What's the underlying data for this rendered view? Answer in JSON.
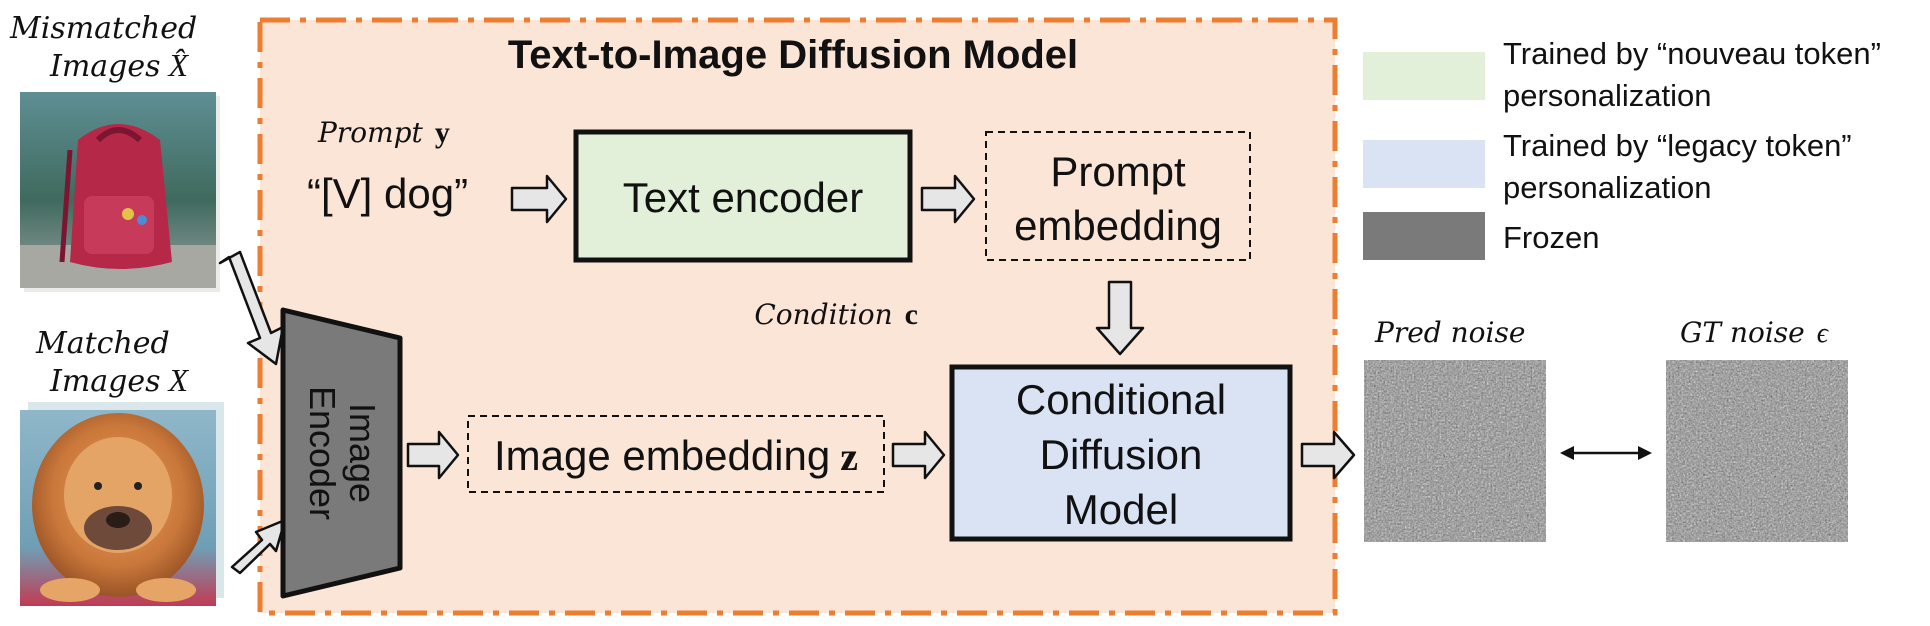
{
  "title": "Text-to-Image Diffusion Model",
  "inputs": {
    "mismatched_label_line1": "Mismatched",
    "mismatched_label_line2": "Images",
    "mismatched_symbol": "X̂",
    "matched_label_line1": "Matched",
    "matched_label_line2": "Images",
    "matched_symbol": "X"
  },
  "prompt": {
    "label": "Prompt",
    "symbol": "y",
    "text": "“[V] dog”"
  },
  "blocks": {
    "text_encoder": "Text encoder",
    "prompt_embedding_line1": "Prompt",
    "prompt_embedding_line2": "embedding",
    "image_encoder_line1": "Image",
    "image_encoder_line2": "Encoder",
    "image_embedding": "Image embedding",
    "image_embedding_symbol": "z",
    "conditional_line1": "Conditional",
    "conditional_line2": "Diffusion",
    "conditional_line3": "Model"
  },
  "condition": {
    "label": "Condition",
    "symbol": "c"
  },
  "outputs": {
    "pred_noise_label": "Pred noise",
    "gt_noise_label": "GT noise",
    "gt_noise_symbol": "ϵ"
  },
  "legend": [
    {
      "line1": "Trained by “nouveau token”",
      "line2": "personalization",
      "color": "#e2efd9"
    },
    {
      "line1": "Trained by “legacy token”",
      "line2": "personalization",
      "color": "#dae3f3"
    },
    {
      "line1": "Frozen",
      "line2": "",
      "color": "#7a7a7a"
    }
  ],
  "colors": {
    "panel_fill": "#fbe5d6",
    "panel_border": "#ed7d31",
    "nouveau": "#e2efd9",
    "legacy": "#dae3f3",
    "frozen": "#7a7a7a",
    "arrow_fill": "#e6e6e6"
  },
  "icons": {
    "backpack_photo": "backpack-photo",
    "dog_photo": "dog-photo",
    "noise_image": "noise-texture"
  }
}
